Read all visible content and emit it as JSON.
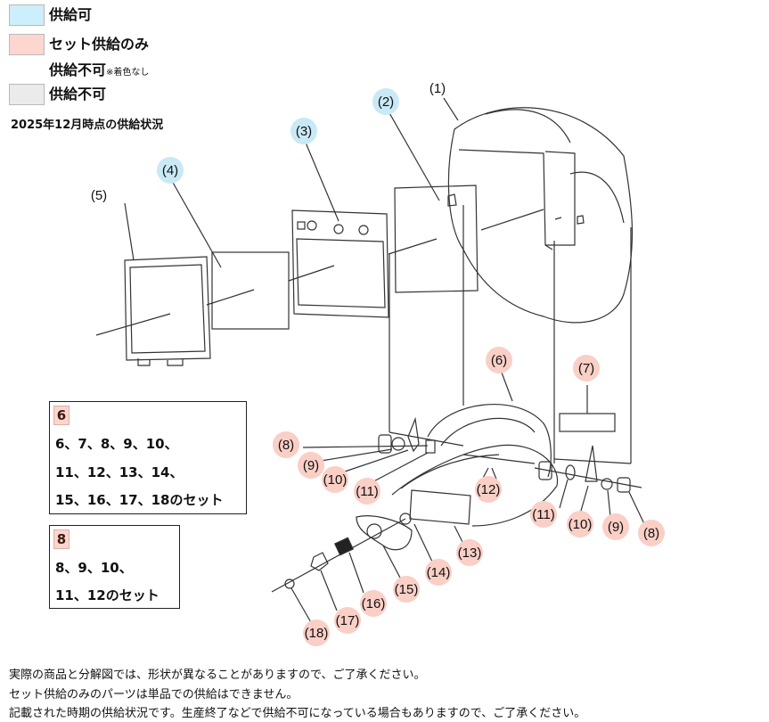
{
  "legend": {
    "items": [
      {
        "label": "供給可",
        "color": "#cdeefb",
        "note": ""
      },
      {
        "label": "セット供給のみ",
        "color": "#fdd6cf",
        "note": ""
      },
      {
        "label": "供給不可",
        "color": "",
        "note": "※着色なし"
      },
      {
        "label": "供給不可",
        "color": "#ebebeb",
        "note": ""
      }
    ],
    "status_date": "2025年12月時点の供給状況"
  },
  "callouts": [
    {
      "label": "(1)",
      "status": "none"
    },
    {
      "label": "(2)",
      "status": "available"
    },
    {
      "label": "(3)",
      "status": "available"
    },
    {
      "label": "(4)",
      "status": "available"
    },
    {
      "label": "(5)",
      "status": "none"
    },
    {
      "label": "(6)",
      "status": "set-only"
    },
    {
      "label": "(7)",
      "status": "set-only"
    },
    {
      "label": "(8)",
      "status": "set-only"
    },
    {
      "label": "(9)",
      "status": "set-only"
    },
    {
      "label": "(10)",
      "status": "set-only"
    },
    {
      "label": "(11)",
      "status": "set-only"
    },
    {
      "label": "(12)",
      "status": "set-only"
    },
    {
      "label": "(13)",
      "status": "set-only"
    },
    {
      "label": "(14)",
      "status": "set-only"
    },
    {
      "label": "(15)",
      "status": "set-only"
    },
    {
      "label": "(16)",
      "status": "set-only"
    },
    {
      "label": "(17)",
      "status": "set-only"
    },
    {
      "label": "(18)",
      "status": "set-only"
    },
    {
      "label": "(11)",
      "status": "set-only"
    },
    {
      "label": "(10)",
      "status": "set-only"
    },
    {
      "label": "(9)",
      "status": "set-only"
    },
    {
      "label": "(8)",
      "status": "set-only"
    }
  ],
  "set_boxes": [
    {
      "head": "6",
      "lines": [
        "6、7、8、9、10、",
        "11、12、13、14、",
        "15、16、17、18のセット"
      ]
    },
    {
      "head": "8",
      "lines": [
        "8、9、10、",
        "11、12のセット"
      ]
    }
  ],
  "footer": [
    "実際の商品と分解図では、形状が異なることがありますので、ご了承ください。",
    "セット供給のみのパーツは単品での供給はできません。",
    "記載された時期の供給状況です。生産終了などで供給不可になっている場合もありますので、ご了承ください。"
  ]
}
